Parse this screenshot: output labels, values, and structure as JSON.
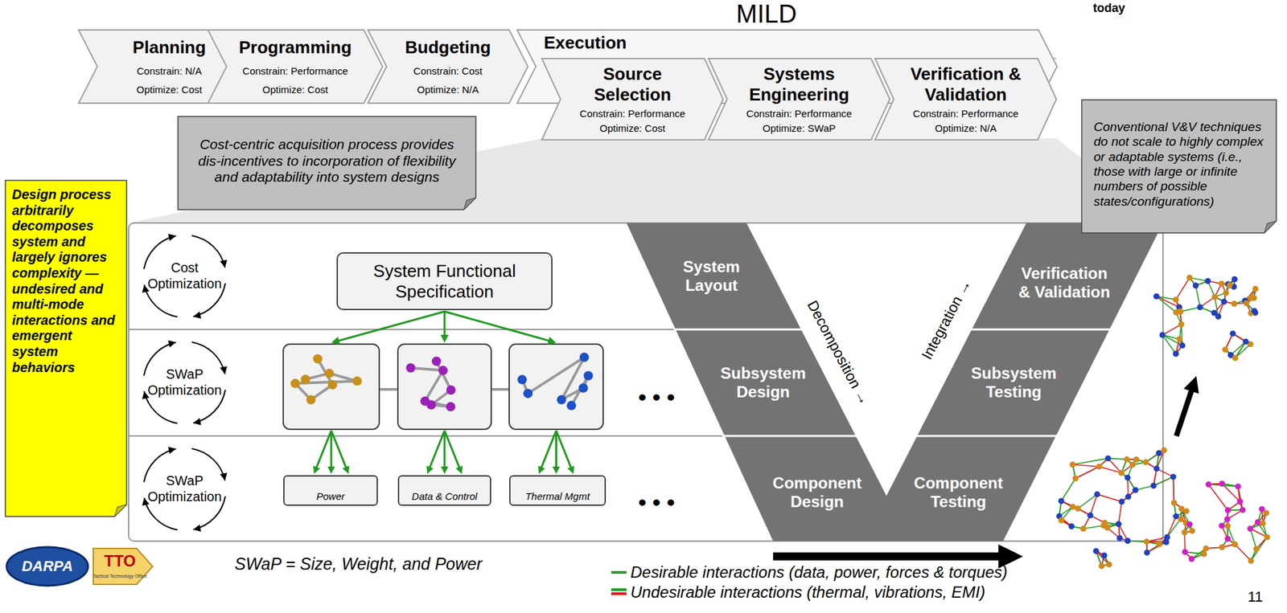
{
  "diagram": {
    "title": "MILD",
    "nodes": [
      {
        "text": [
          "Planning",
          "Constrain: N/A",
          "Optimize: Cost"
        ]
      },
      {
        "text": [
          "Programming",
          "Constrain: Performance",
          "Optimize: Cost"
        ]
      },
      {
        "text": [
          "Budgeting",
          "Constrain: Cost",
          "Optimize: N/A"
        ]
      },
      {
        "text": [
          "Execution"
        ]
      },
      {
        "text": [
          "Source Selection",
          "Constrain: Performance",
          "Optimize: Cost"
        ]
      },
      {
        "text": [
          "Systems Engineering",
          "Constrain: Performance",
          "Optimize: SWaP"
        ]
      },
      {
        "text": [
          "Verification & Validation",
          "Constrain: Performance",
          "Optimize: N/A"
        ]
      },
      {
        "text": [
          "Cost-centric acquisition process provides dis-incentives to incorporation of flexibility and adaptability into system designs"
        ]
      },
      {
        "text": [
          "Conventional V&V techniques do not scale to highly complex or adaptable systems (i.e., those with large or infinite numbers of possible states/configurations)"
        ]
      },
      {
        "text": [
          "Design process arbitrarily decomposes system and largely ignores complexity — undesired and multi-mode interactions and emergent system behaviors"
        ]
      },
      {
        "text": [
          "Cost Optimization"
        ]
      },
      {
        "text": [
          "SWaP Optimization"
        ]
      },
      {
        "text": [
          "SWaP Optimization"
        ]
      },
      {
        "text": [
          "System Functional Specification"
        ]
      },
      {
        "text": [
          "Power"
        ]
      },
      {
        "text": [
          "Data & Control"
        ]
      },
      {
        "text": [
          "Thermal Mgmt"
        ]
      },
      {
        "text": [
          "System Layout"
        ]
      },
      {
        "text": [
          "Subsystem Design"
        ]
      },
      {
        "text": [
          "Component Design"
        ]
      },
      {
        "text": [
          "Verification & Validation"
        ]
      },
      {
        "text": [
          "Subsystem Testing"
        ]
      },
      {
        "text": [
          "Component Testing"
        ]
      }
    ],
    "labels": [
      "today",
      "Decomposition →",
      "Integration →",
      "• • •",
      "• • •",
      "SWaP = Size, Weight, and Power",
      "DARPA",
      "TTO",
      "Tactical Technology Office",
      "11"
    ],
    "legend": [
      {
        "text": "Desirable interactions (data, power, forces & torques)"
      },
      {
        "text": "Undesirable interactions (thermal, vibrations, EMI)"
      }
    ]
  }
}
